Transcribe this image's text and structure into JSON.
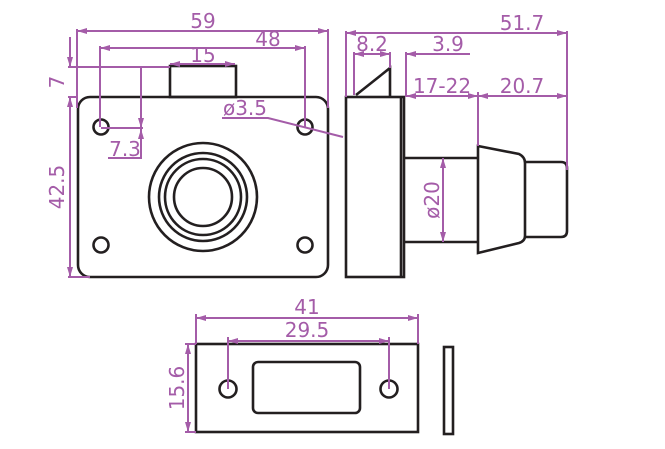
{
  "colors": {
    "outline": "#231f20",
    "dimension": "#a45ca8"
  },
  "front_view": {
    "width_overall": "59",
    "hole_spacing": "48",
    "tab_width": "15",
    "tab_height": "7",
    "hole_offset": "7.3",
    "height": "42.5",
    "hole_diameter": "ø3.5"
  },
  "side_view": {
    "depth_overall": "51.7",
    "latch_depth": "8.2",
    "gap": "3.9",
    "door_thickness": "17-22",
    "knob_length": "20.7",
    "shaft_diameter": "ø20"
  },
  "strike_plate": {
    "length": "41",
    "hole_spacing": "29.5",
    "height": "15.6"
  }
}
